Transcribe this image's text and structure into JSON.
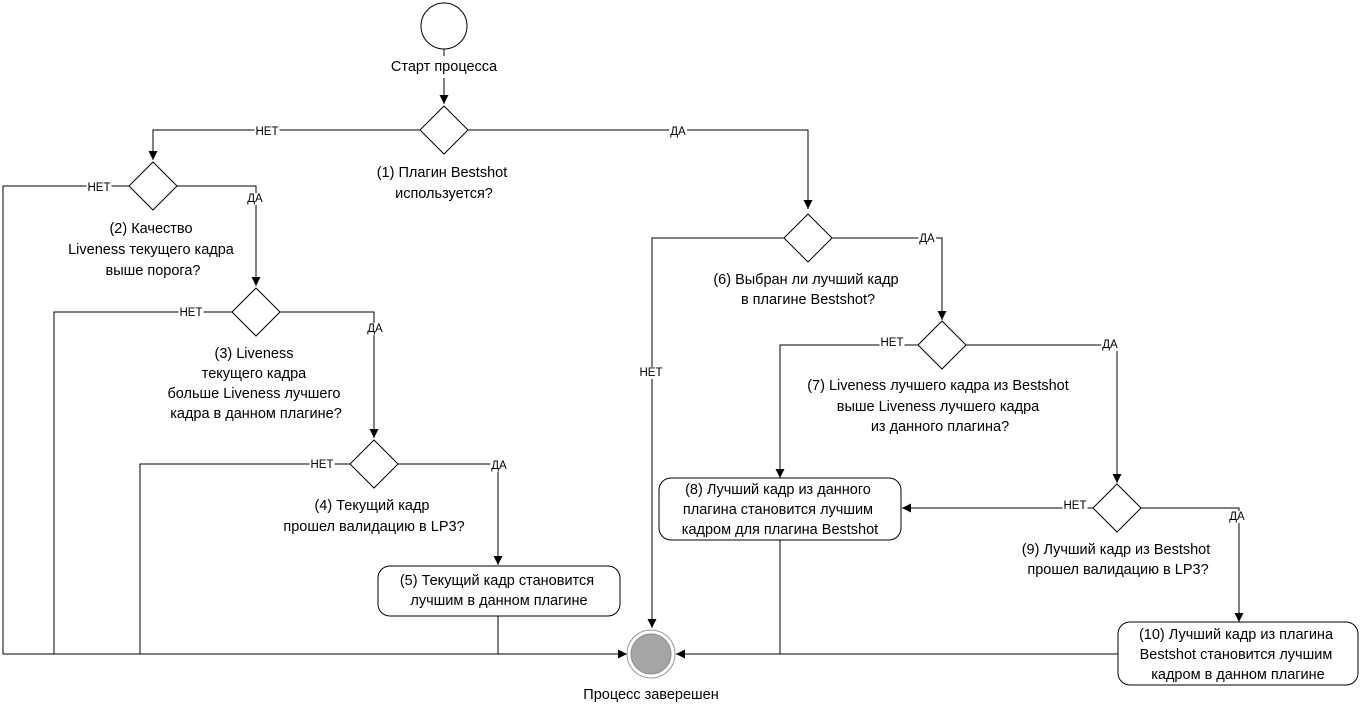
{
  "nodes": {
    "start": {
      "label": "Старт процесса"
    },
    "end": {
      "label": "Процесс заверешен"
    },
    "d1": {
      "lines": [
        "(1) Плагин Bestshot",
        "используется?"
      ]
    },
    "d2": {
      "lines": [
        "(2) Качество",
        "Liveness текущего кадра",
        "выше порога?"
      ]
    },
    "d3": {
      "lines": [
        "(3) Liveness",
        "текущего кадра",
        "больше Liveness лучшего",
        "кадра в данном плагине?"
      ]
    },
    "d4": {
      "lines": [
        "(4) Текущий кадр",
        "прошел валидацию в LP3?"
      ]
    },
    "a5": {
      "lines": [
        "(5) Текущий кадр становится",
        "лучшим в данном плагине"
      ]
    },
    "d6": {
      "lines": [
        "(6) Выбран ли лучший кадр",
        "в плагине Bestshot?"
      ]
    },
    "d7": {
      "lines": [
        "(7) Liveness лучшего кадра из Bestshot",
        "выше Liveness лучшего кадра",
        "из данного плагина?"
      ]
    },
    "a8": {
      "lines": [
        "(8) Лучший кадр из данного",
        "плагина становится лучшим",
        "кадром для плагина Bestshot"
      ]
    },
    "d9": {
      "lines": [
        "(9) Лучший кадр из Bestshot",
        "прошел валидацию в LP3?"
      ]
    },
    "a10": {
      "lines": [
        "(10) Лучший кадр из плагина",
        "Bestshot становится лучшим",
        "кадром в данном плагине"
      ]
    }
  },
  "edges": {
    "d1_no": "НЕТ",
    "d1_yes": "ДА",
    "d2_no": "НЕТ",
    "d2_yes": "ДА",
    "d3_no": "НЕТ",
    "d3_yes": "ДА",
    "d4_no": "НЕТ",
    "d4_yes": "ДА",
    "d6_no": "НЕТ",
    "d6_yes": "ДА",
    "d7_no": "НЕТ",
    "d7_yes": "ДА",
    "d9_no": "НЕТ",
    "d9_yes": "ДА"
  }
}
